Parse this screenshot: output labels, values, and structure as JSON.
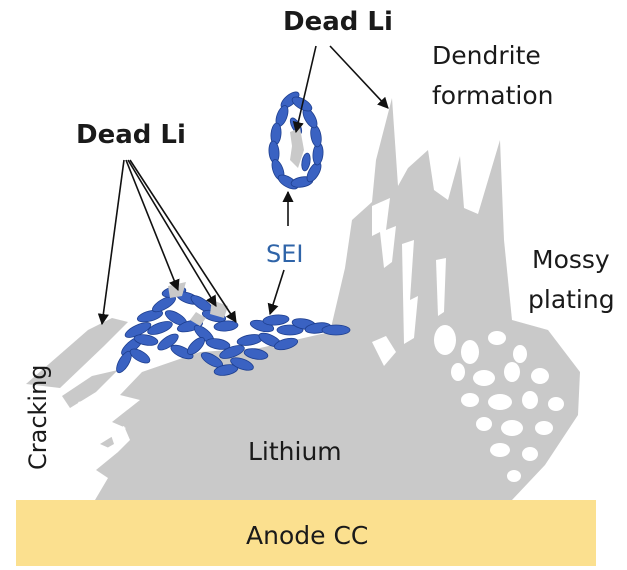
{
  "labels": {
    "dead_li_top": "Dead Li",
    "dead_li_left": "Dead Li",
    "dendrite_line1": "Dendrite",
    "dendrite_line2": "formation",
    "sei": "SEI",
    "mossy_line1": "Mossy",
    "mossy_line2": "plating",
    "cracking": "Cracking",
    "lithium": "Lithium",
    "anode": "Anode CC"
  },
  "colors": {
    "lithium": "#c9c9c9",
    "sei": "#3a62c2",
    "sei_text": "#2f64a8",
    "anode": "#fbe08f",
    "text": "#1a1a1a"
  }
}
